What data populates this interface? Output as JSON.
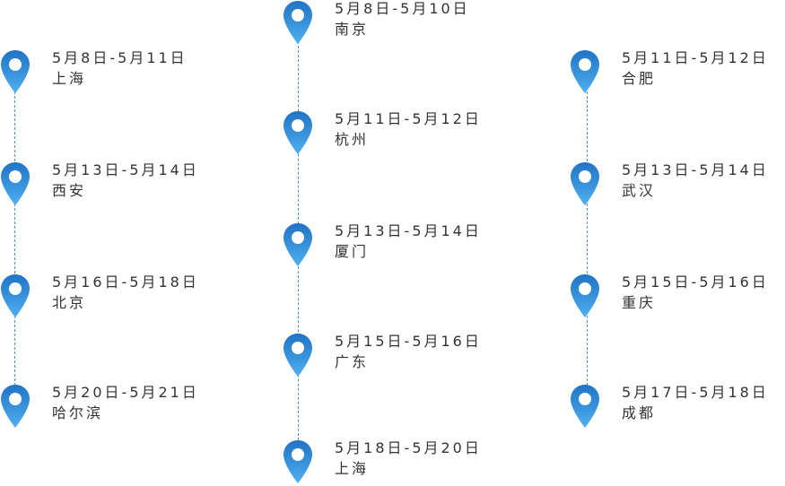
{
  "columns": {
    "left": [
      {
        "dates": "5月8日-5月11日",
        "city": "上海"
      },
      {
        "dates": "5月13日-5月14日",
        "city": "西安"
      },
      {
        "dates": "5月16日-5月18日",
        "city": "北京"
      },
      {
        "dates": "5月20日-5月21日",
        "city": "哈尔滨"
      }
    ],
    "middle": [
      {
        "dates": "5月8日-5月10日",
        "city": "南京"
      },
      {
        "dates": "5月11日-5月12日",
        "city": "杭州"
      },
      {
        "dates": "5月13日-5月14日",
        "city": "厦门"
      },
      {
        "dates": "5月15日-5月16日",
        "city": "广东"
      },
      {
        "dates": "5月18日-5月20日",
        "city": "上海"
      }
    ],
    "right": [
      {
        "dates": "5月11日-5月12日",
        "city": "合肥"
      },
      {
        "dates": "5月13日-5月14日",
        "city": "武汉"
      },
      {
        "dates": "5月15日-5月16日",
        "city": "重庆"
      },
      {
        "dates": "5月17日-5月18日",
        "city": "成都"
      }
    ]
  },
  "colors": {
    "pin_top": "#1f73c4",
    "pin_bottom": "#4fb0f0",
    "line": "#4a8fd0",
    "text": "#333333"
  },
  "icon": "map-pin-icon"
}
